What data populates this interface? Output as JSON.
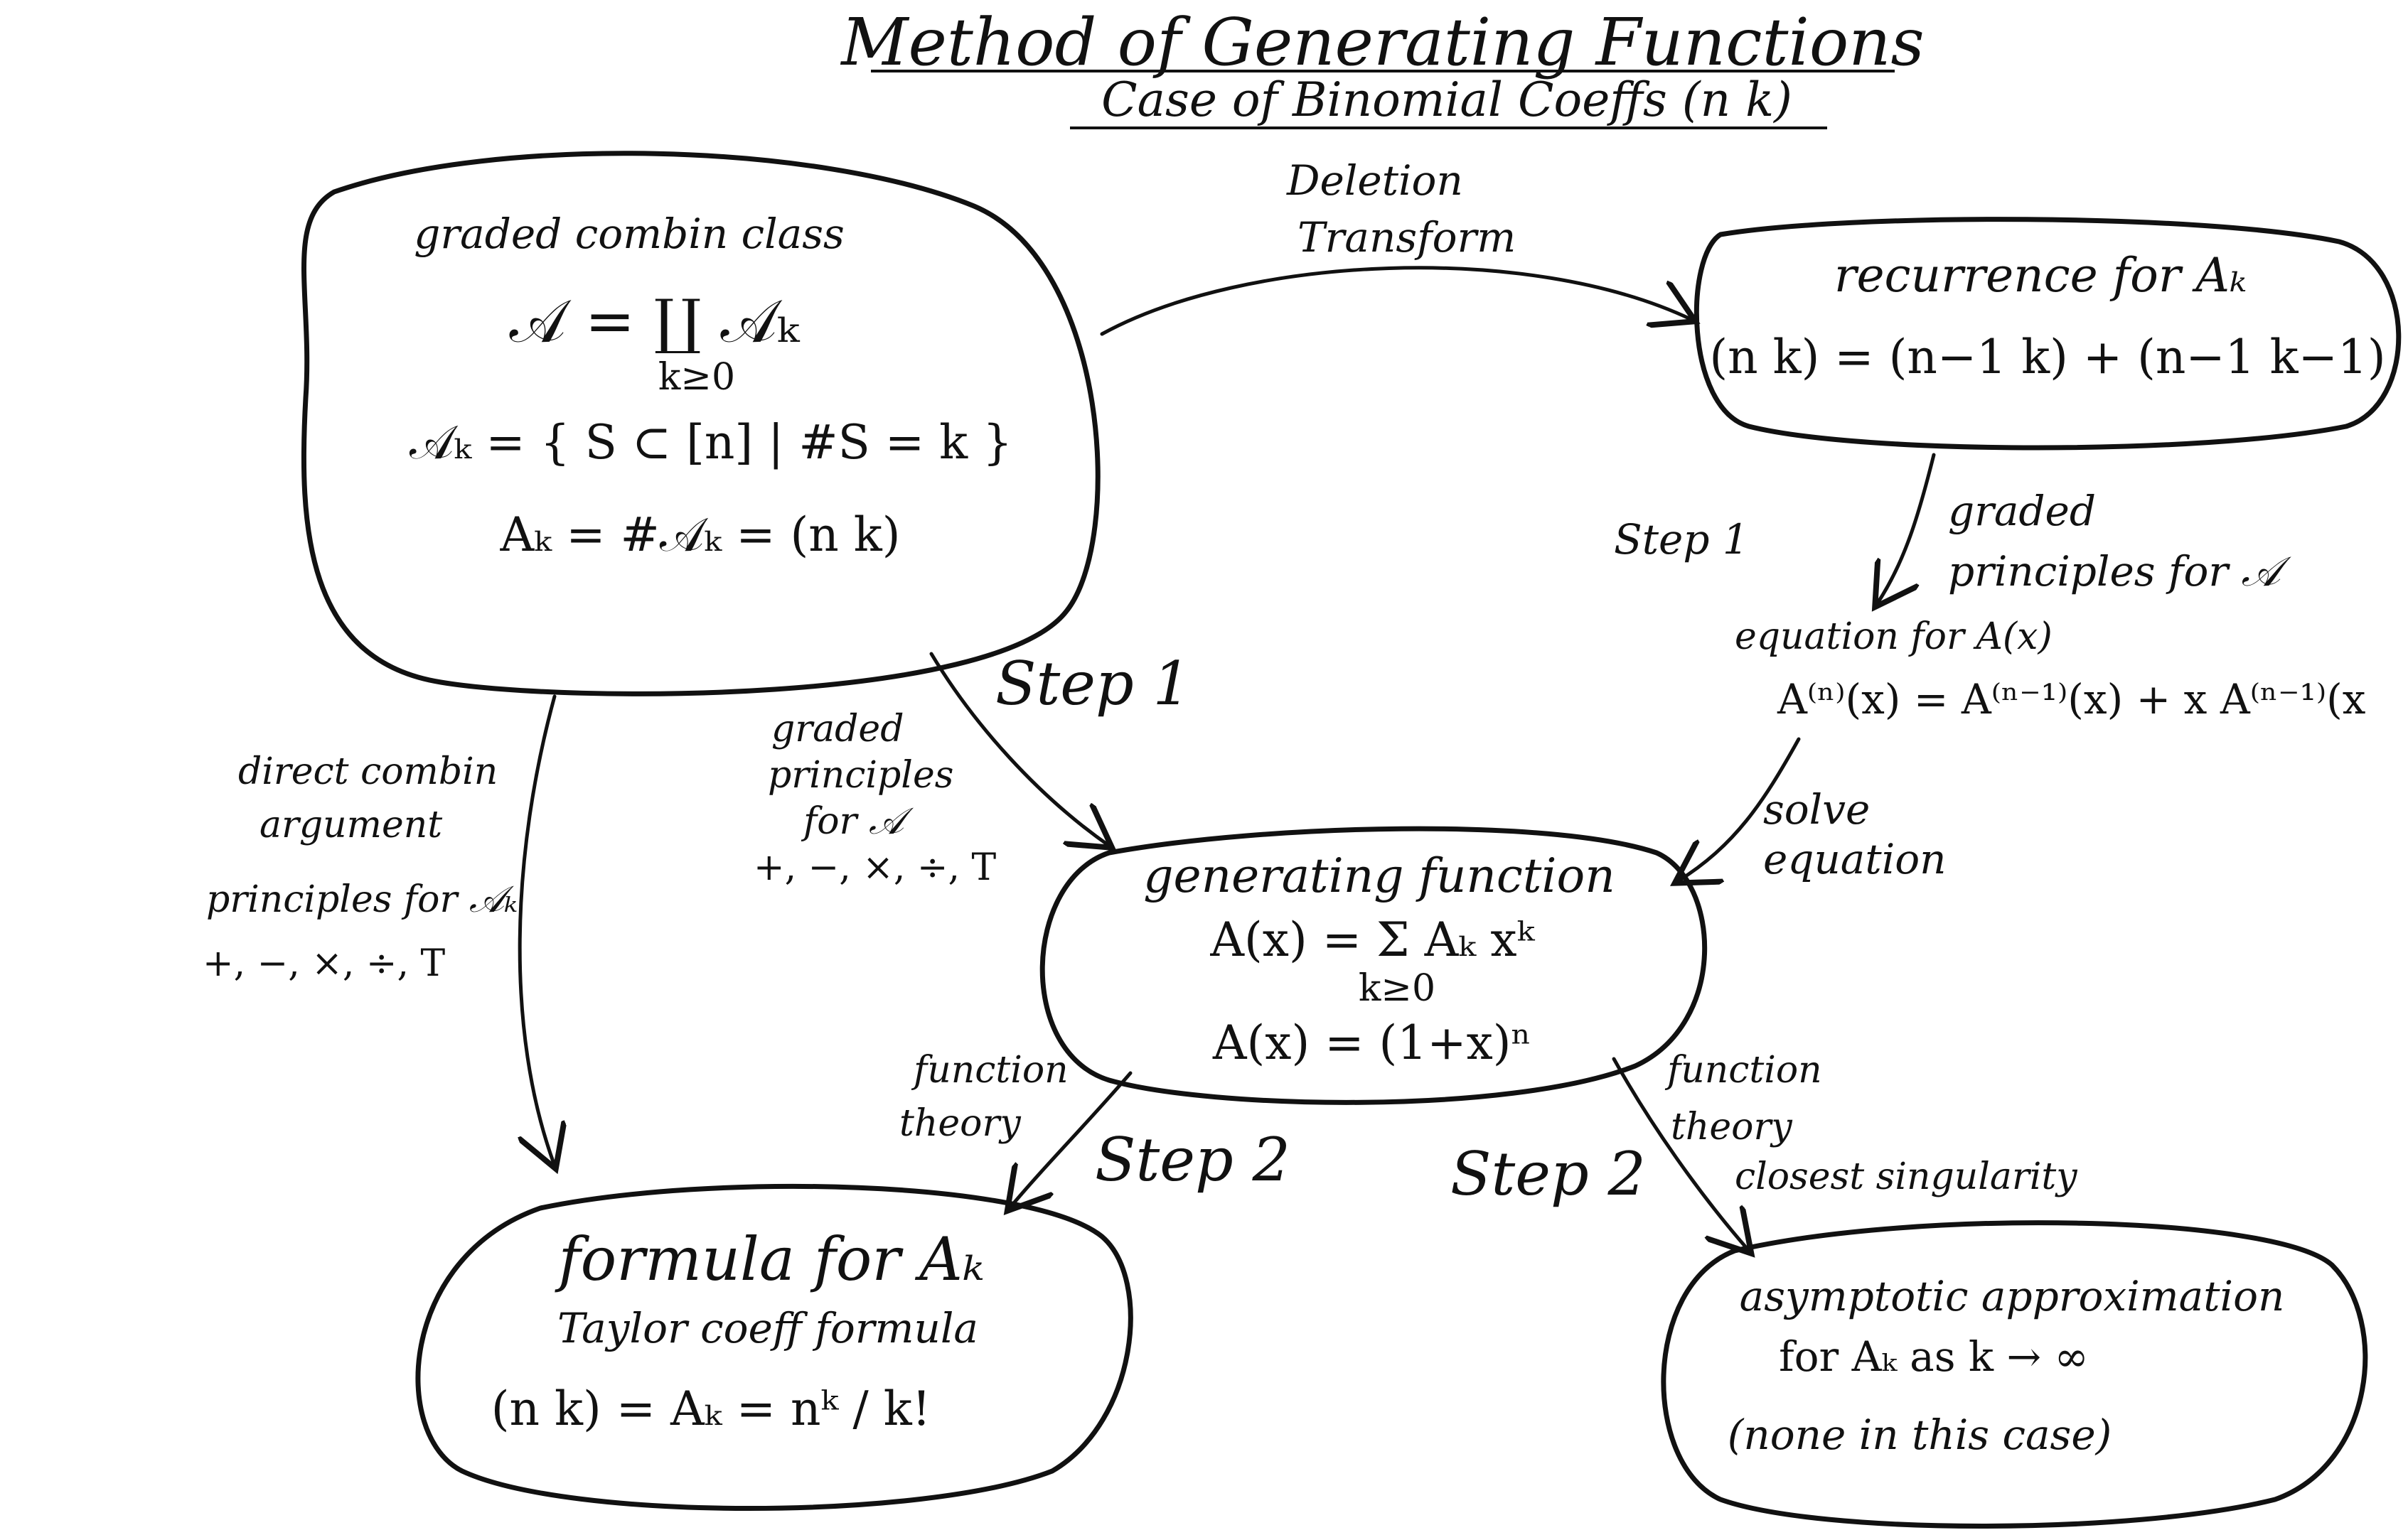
{
  "title": "Method of Generating Functions",
  "subtitle": "Case of Binomial Coeffs (n k)",
  "nodes": {
    "class": {
      "heading": "graded combin class",
      "line1": "𝒜 = ∐ 𝒜ₖ",
      "line1_sub": "k≥0",
      "line2": "𝒜ₖ = { S ⊂ [n] | #S = k }",
      "line3": "Aₖ = #𝒜ₖ = (n k)"
    },
    "recurrence": {
      "heading": "recurrence for Aₖ",
      "line1": "(n k) = (n−1 k) + (n−1 k−1)"
    },
    "genfunc": {
      "heading": "generating function",
      "line1": "A(x) = Σ Aₖ xᵏ",
      "line1_sub": "k≥0",
      "line2": "A(x) = (1+x)ⁿ"
    },
    "formula": {
      "heading": "formula for Aₖ",
      "line1": "Taylor coeff formula",
      "line2": "(n k) = Aₖ = nᵏ / k!"
    },
    "asymptotic": {
      "heading": "asymptotic approximation",
      "line1": "for Aₖ as k → ∞",
      "line2": "(none in this case)"
    }
  },
  "edges": {
    "deletion": [
      "Deletion",
      "Transform"
    ],
    "step1_right": {
      "step": "Step 1",
      "label": [
        "graded",
        "principles for 𝒜"
      ],
      "equation_heading": "equation for A(x)",
      "equation": "A⁽ⁿ⁾(x) = A⁽ⁿ⁻¹⁾(x) + x A⁽ⁿ⁻¹⁾(x"
    },
    "solve": [
      "solve",
      "equation"
    ],
    "step1_center": {
      "step": "Step 1",
      "label": [
        "graded",
        "principles",
        "for 𝒜",
        "+, −, ×, ÷, T"
      ]
    },
    "direct": [
      "direct combin",
      "argument",
      "principles for 𝒜ₖ",
      "+, −, ×, ÷, T"
    ],
    "step2_left": {
      "step": "Step 2",
      "label": [
        "function",
        "theory"
      ]
    },
    "step2_right": {
      "step": "Step 2",
      "label": [
        "function",
        "theory"
      ],
      "note": "closest singularity"
    }
  }
}
